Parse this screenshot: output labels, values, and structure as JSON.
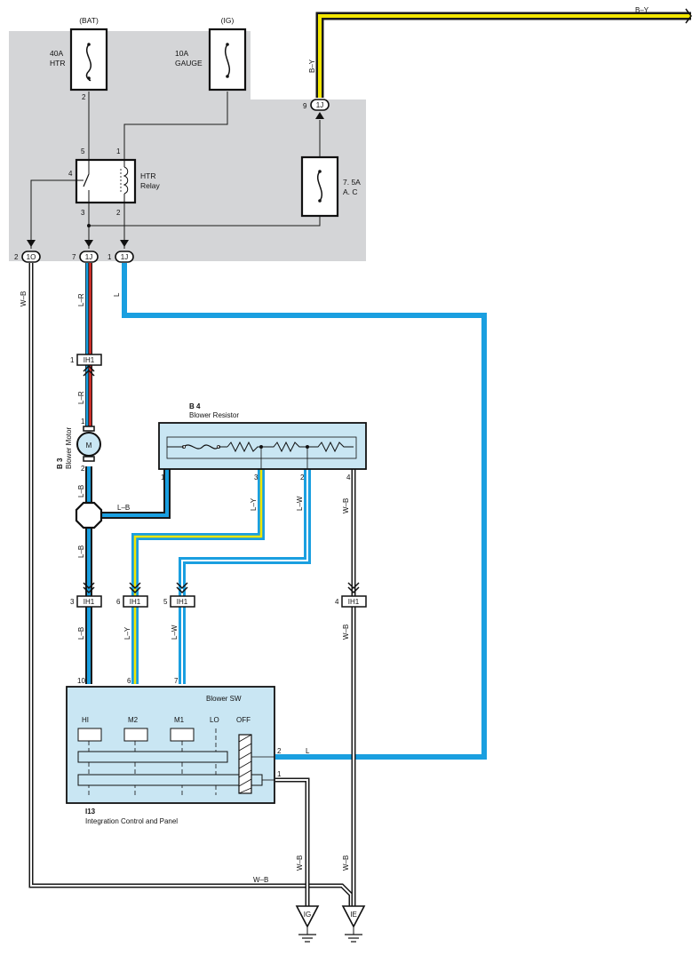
{
  "colors": {
    "panel_bg": "#d4d5d7",
    "component_fill": "#c9e6f3",
    "wire_blue": "#1a9fe0",
    "wire_yellow": "#f2e600",
    "wire_red": "#e0302a",
    "wire_black": "#1a1a1a"
  },
  "fuses": {
    "htr": {
      "source": "(BAT)",
      "rating": "40A",
      "name": "HTR",
      "pin": "2"
    },
    "gauge": {
      "source": "(IG)",
      "rating": "10A",
      "name": "GAUGE"
    },
    "ac": {
      "rating": "7. 5A",
      "name": "A. C"
    }
  },
  "relay": {
    "name": "HTR",
    "sub": "Relay",
    "pins": {
      "p5": "5",
      "p1": "1",
      "p4": "4",
      "p3": "3",
      "p2": "2"
    }
  },
  "connectors": {
    "top_1j": {
      "pin": "9",
      "code": "1J"
    },
    "c1o": {
      "pin": "2",
      "code": "1O"
    },
    "c1j_a": {
      "pin": "7",
      "code": "1J"
    },
    "c1j_b": {
      "pin": "1",
      "code": "1J"
    },
    "ih1_1": {
      "pin": "1",
      "code": "IH1"
    },
    "ih1_3": {
      "pin": "3",
      "code": "IH1"
    },
    "ih1_6": {
      "pin": "6",
      "code": "IH1"
    },
    "ih1_5": {
      "pin": "5",
      "code": "IH1"
    },
    "ih1_4": {
      "pin": "4",
      "code": "IH1"
    }
  },
  "blower_resistor": {
    "code": "B 4",
    "name": "Blower Resistor",
    "pins": {
      "p1": "1",
      "p3": "3",
      "p2": "2",
      "p4": "4"
    }
  },
  "blower_motor": {
    "code": "B 3",
    "name": "Blower Motor",
    "symbol": "M",
    "pins": {
      "p1": "1",
      "p2": "2"
    }
  },
  "blower_switch": {
    "title": "Blower SW",
    "positions": [
      "HI",
      "M2",
      "M1",
      "LO",
      "OFF"
    ],
    "pins": {
      "p10": "10",
      "p6": "6",
      "p7": "7",
      "p2": "2",
      "p1": "1"
    },
    "part_code": "I13",
    "part_name": "Integration Control and Panel"
  },
  "grounds": {
    "left": "IG",
    "right": "IE"
  },
  "wire_colors": {
    "top_by": "B–Y",
    "by_vertical": "B–Y",
    "wb_left": "W–B",
    "lr_upper": "L–R",
    "l_right": "L",
    "lr_lower": "L–R",
    "lb_upper": "L–B",
    "lb_horizontal": "L–B",
    "lb_mid": "L–B",
    "ly_upper": "L–Y",
    "lw_upper": "L–W",
    "wb_upper": "W–B",
    "lb_lower": "L–B",
    "ly_lower": "L–Y",
    "lw_lower": "L–W",
    "wb_lower": "W–B",
    "l_switch": "L",
    "wb_bottom": "W–B",
    "wb_ground_left": "W–B",
    "wb_ground_right": "W–B"
  }
}
